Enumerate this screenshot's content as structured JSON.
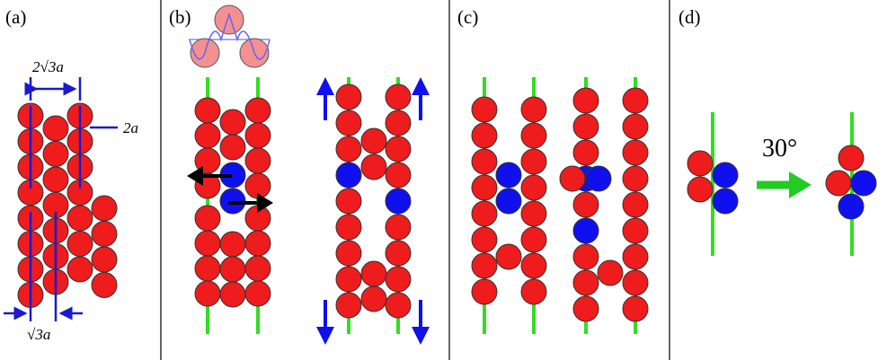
{
  "panels": [
    {
      "id": "a",
      "label": "(a)"
    },
    {
      "id": "b",
      "label": "(b)"
    },
    {
      "id": "c",
      "label": "(c)"
    },
    {
      "id": "d",
      "label": "(d)"
    }
  ],
  "annotations": {
    "width_label": "2√3a",
    "radius_label": "2a",
    "spacing_label": "√3a",
    "rotation_label": "30°"
  },
  "colors": {
    "atom_red": "#ee1c1c",
    "atom_blue": "#1010ee",
    "atom_pink": "#f49090",
    "chain_line": "#33dd22",
    "dimension_blue": "#1a1ad0",
    "shift_arrow": "#000000",
    "rotate_arrow": "#22cc22",
    "divider": "#000000"
  }
}
